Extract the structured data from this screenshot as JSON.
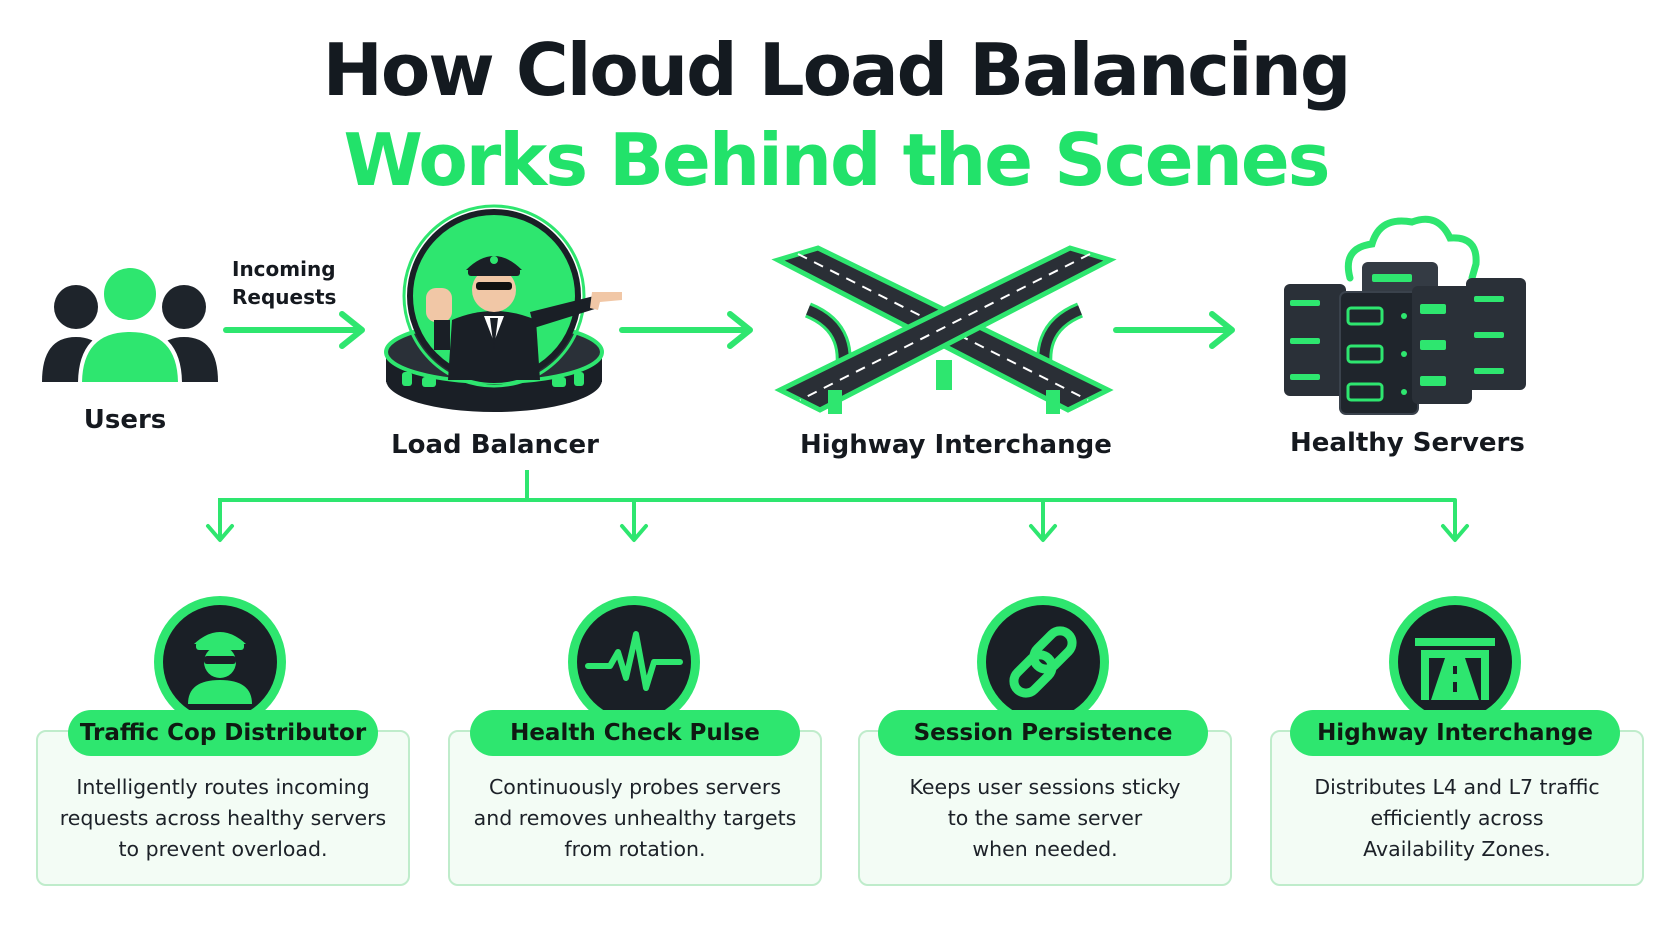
{
  "title": {
    "line1": "How Cloud Load Balancing",
    "line2": "Works Behind the Scenes"
  },
  "colors": {
    "accent": "#2ee66f",
    "dark": "#1a1f26",
    "card_bg": "#f3fcf5",
    "card_border": "#bfeccb"
  },
  "flow": {
    "users_label": "Users",
    "incoming_label_1": "Incoming",
    "incoming_label_2": "Requests",
    "load_balancer_label": "Load Balancer",
    "interchange_label": "Highway Interchange",
    "servers_label": "Healthy Servers"
  },
  "features": [
    {
      "icon": "traffic-cop-icon",
      "title": "Traffic Cop Distributor",
      "description": "Intelligently routes incoming\nrequests across healthy servers\nto prevent overload."
    },
    {
      "icon": "heartbeat-icon",
      "title": "Health Check Pulse",
      "description": "Continuously probes servers\nand removes unhealthy targets\nfrom rotation."
    },
    {
      "icon": "chain-link-icon",
      "title": "Session Persistence",
      "description": "Keeps user sessions sticky\nto the same server\nwhen needed."
    },
    {
      "icon": "highway-icon",
      "title": "Highway Interchange",
      "description": "Distributes L4 and L7 traffic\nefficiently across\nAvailability Zones."
    }
  ]
}
